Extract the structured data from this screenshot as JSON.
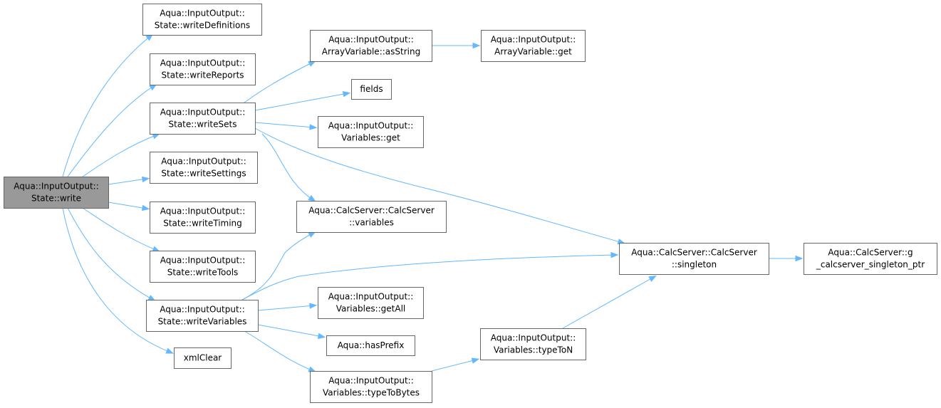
{
  "nodes": {
    "write": [
      "Aqua::InputOutput::",
      "State::write"
    ],
    "writeDefinitions": [
      "Aqua::InputOutput::",
      "State::writeDefinitions"
    ],
    "writeReports": [
      "Aqua::InputOutput::",
      "State::writeReports"
    ],
    "writeSets": [
      "Aqua::InputOutput::",
      "State::writeSets"
    ],
    "writeSettings": [
      "Aqua::InputOutput::",
      "State::writeSettings"
    ],
    "writeTiming": [
      "Aqua::InputOutput::",
      "State::writeTiming"
    ],
    "writeTools": [
      "Aqua::InputOutput::",
      "State::writeTools"
    ],
    "writeVariables": [
      "Aqua::InputOutput::",
      "State::writeVariables"
    ],
    "xmlClear": [
      "xmlClear"
    ],
    "arrayAsString": [
      "Aqua::InputOutput::",
      "ArrayVariable::asString"
    ],
    "arrayGet": [
      "Aqua::InputOutput::",
      "ArrayVariable::get"
    ],
    "fields": [
      "fields"
    ],
    "variablesGet": [
      "Aqua::InputOutput::",
      "Variables::get"
    ],
    "calcVariables": [
      "Aqua::CalcServer::CalcServer",
      "::variables"
    ],
    "singleton": [
      "Aqua::CalcServer::CalcServer",
      "::singleton"
    ],
    "singletonPtr": [
      "Aqua::CalcServer::g",
      "_calcserver_singleton_ptr"
    ],
    "getAll": [
      "Aqua::InputOutput::",
      "Variables::getAll"
    ],
    "hasPrefix": [
      "Aqua::hasPrefix"
    ],
    "typeToN": [
      "Aqua::InputOutput::",
      "Variables::typeToN"
    ],
    "typeToBytes": [
      "Aqua::InputOutput::",
      "Variables::typeToBytes"
    ]
  },
  "edges": [
    [
      "write",
      "writeDefinitions"
    ],
    [
      "write",
      "writeReports"
    ],
    [
      "write",
      "writeSets"
    ],
    [
      "write",
      "writeSettings"
    ],
    [
      "write",
      "writeTiming"
    ],
    [
      "write",
      "writeTools"
    ],
    [
      "write",
      "writeVariables"
    ],
    [
      "write",
      "xmlClear"
    ],
    [
      "writeSets",
      "arrayAsString"
    ],
    [
      "writeSets",
      "fields"
    ],
    [
      "writeSets",
      "variablesGet"
    ],
    [
      "writeSets",
      "calcVariables"
    ],
    [
      "writeSets",
      "singleton"
    ],
    [
      "arrayAsString",
      "arrayGet"
    ],
    [
      "writeVariables",
      "calcVariables"
    ],
    [
      "writeVariables",
      "singleton"
    ],
    [
      "writeVariables",
      "getAll"
    ],
    [
      "writeVariables",
      "hasPrefix"
    ],
    [
      "writeVariables",
      "typeToBytes"
    ],
    [
      "typeToBytes",
      "typeToN"
    ],
    [
      "typeToN",
      "singleton"
    ],
    [
      "singleton",
      "singletonPtr"
    ]
  ],
  "colors": {
    "edge": "#63b8ff",
    "node_border": "#666666",
    "root_fill": "#999999"
  }
}
